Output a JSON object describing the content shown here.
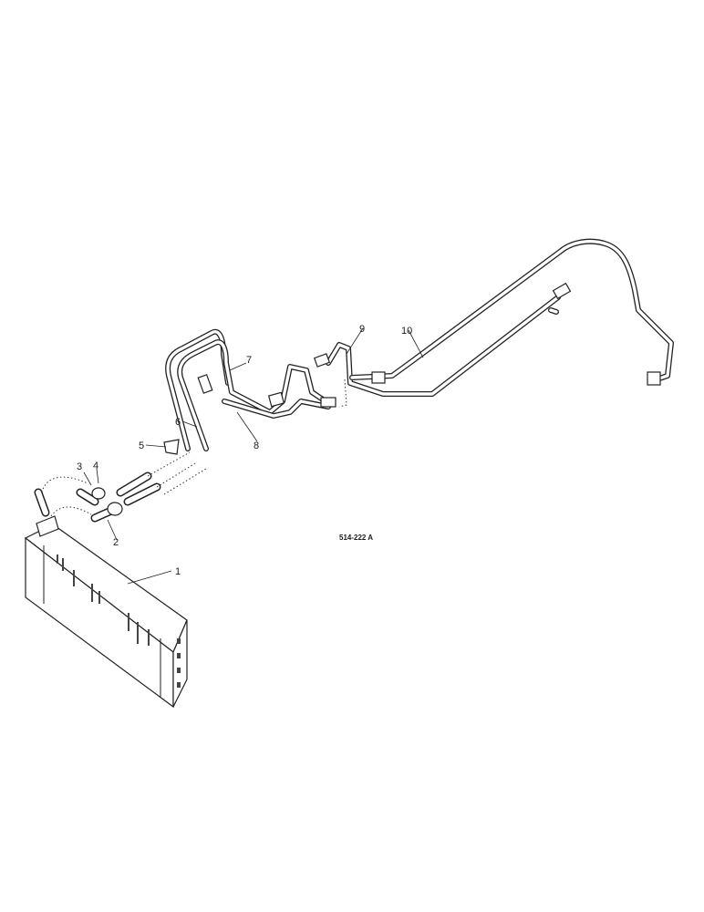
{
  "diagram": {
    "reference_code": "514-222 A",
    "callouts": [
      {
        "id": "1",
        "label": "1"
      },
      {
        "id": "2",
        "label": "2"
      },
      {
        "id": "3",
        "label": "3"
      },
      {
        "id": "4",
        "label": "4"
      },
      {
        "id": "5",
        "label": "5"
      },
      {
        "id": "6",
        "label": "6"
      },
      {
        "id": "7",
        "label": "7"
      },
      {
        "id": "8",
        "label": "8"
      },
      {
        "id": "9",
        "label": "9"
      },
      {
        "id": "10",
        "label": "10"
      }
    ]
  }
}
